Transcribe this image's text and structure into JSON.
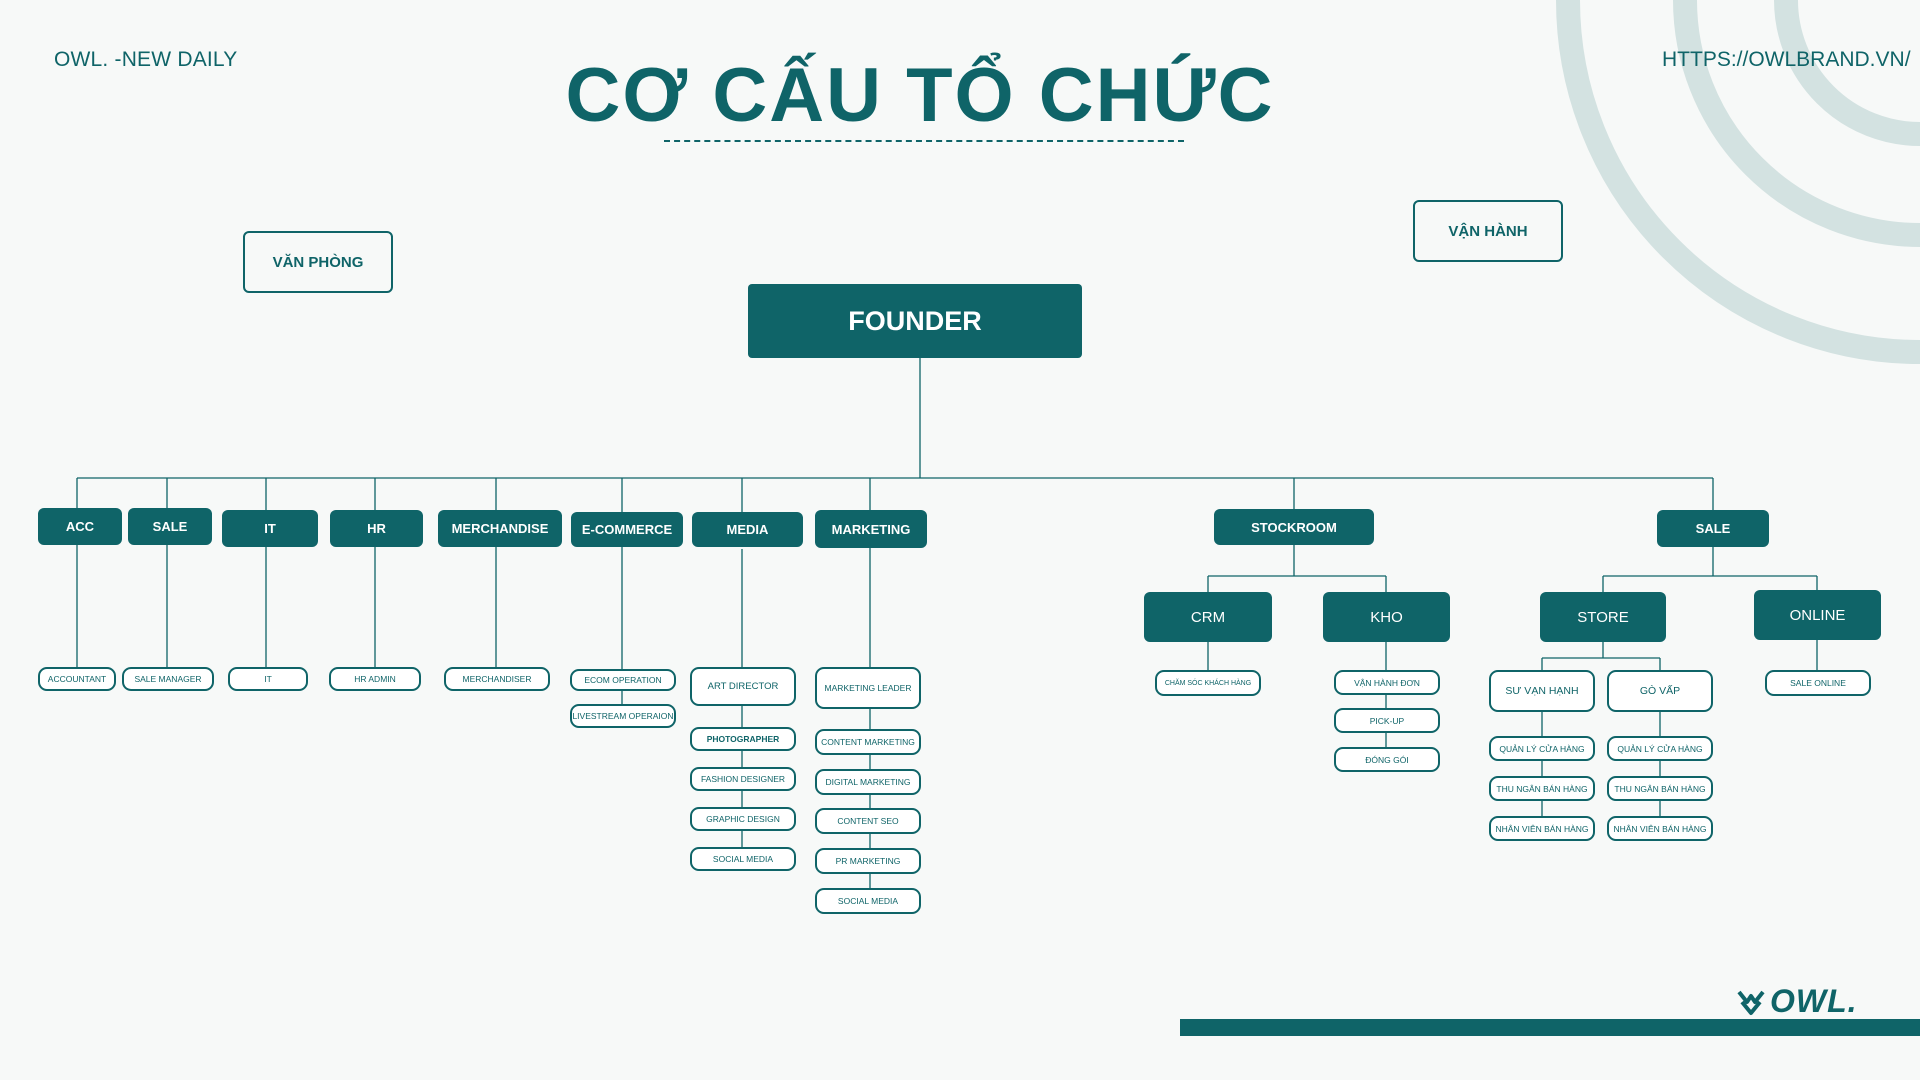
{
  "header": {
    "brand_left": "OWL. -NEW DAILY",
    "brand_right": "HTTPS://OWLBRAND.VN/",
    "title": "CƠ CẤU TỔ CHỨC"
  },
  "sections": {
    "office": "VĂN PHÒNG",
    "operations": "VẬN HÀNH"
  },
  "founder": "FOUNDER",
  "departments": {
    "acc": {
      "label": "ACC",
      "roles": [
        "ACCOUNTANT"
      ]
    },
    "sale_office": {
      "label": "SALE",
      "roles": [
        "SALE MANAGER"
      ]
    },
    "it": {
      "label": "IT",
      "roles": [
        "IT"
      ]
    },
    "hr": {
      "label": "HR",
      "roles": [
        "HR ADMIN"
      ]
    },
    "merchandise": {
      "label": "MERCHANDISE",
      "roles": [
        "MERCHANDISER"
      ]
    },
    "ecommerce": {
      "label": "E-COMMERCE",
      "roles": [
        "ECOM OPERATION",
        "LIVESTREAM OPERAION"
      ]
    },
    "media": {
      "label": "MEDIA",
      "roles": [
        "ART DIRECTOR",
        "PHOTOGRAPHER",
        "FASHION DESIGNER",
        "GRAPHIC DESIGN",
        "SOCIAL MEDIA"
      ]
    },
    "marketing": {
      "label": "MARKETING",
      "roles": [
        "MARKETING LEADER",
        "CONTENT MARKETING",
        "DIGITAL MARKETING",
        "CONTENT SEO",
        "PR MARKETING",
        "SOCIAL MEDIA"
      ]
    },
    "stockroom": {
      "label": "STOCKROOM",
      "crm": {
        "label": "CRM",
        "roles": [
          "CHĂM SÓC KHÁCH HÀNG"
        ]
      },
      "kho": {
        "label": "KHO",
        "roles": [
          "VẬN HÀNH ĐƠN",
          "PICK-UP",
          "ĐÓNG GÓI"
        ]
      }
    },
    "sale_ops": {
      "label": "SALE",
      "store": {
        "label": "STORE",
        "su_van_hanh": {
          "label": "SƯ VẠN HẠNH",
          "roles": [
            "QUẢN LÝ CỬA HÀNG",
            "THU NGÂN BÁN HÀNG",
            "NHÂN VIÊN BÁN HÀNG"
          ]
        },
        "go_vap": {
          "label": "GÒ VẤP",
          "roles": [
            "QUẢN LÝ CỬA HÀNG",
            "THU NGÂN BÁN HÀNG",
            "NHÂN VIÊN BÁN HÀNG"
          ]
        }
      },
      "online": {
        "label": "ONLINE",
        "roles": [
          "SALE ONLINE"
        ]
      }
    }
  },
  "logo": {
    "text": "OWL."
  },
  "colors": {
    "primary": "#0f6468",
    "background": "#f7f9f8",
    "decoration": "#d3e2e1"
  }
}
